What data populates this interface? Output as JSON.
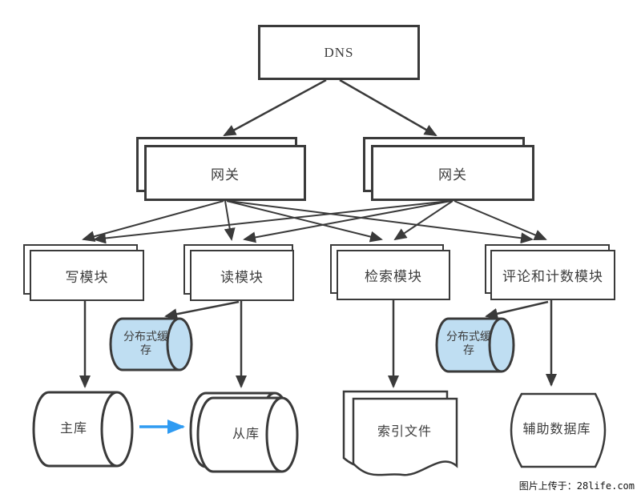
{
  "diagram": {
    "nodes": {
      "dns": {
        "label": "DNS",
        "shape": "box"
      },
      "gateway_left": {
        "label": "网关",
        "shape": "stacked-box"
      },
      "gateway_right": {
        "label": "网关",
        "shape": "stacked-box"
      },
      "write_module": {
        "label": "写模块",
        "shape": "stacked-box"
      },
      "read_module": {
        "label": "读模块",
        "shape": "stacked-box"
      },
      "search_module": {
        "label": "检索模块",
        "shape": "stacked-box"
      },
      "comment_count_module": {
        "label": "评论和计数模块",
        "shape": "stacked-box"
      },
      "cache_left": {
        "label": "分布式缓存",
        "shape": "horizontal-cylinder"
      },
      "cache_right": {
        "label": "分布式缓存",
        "shape": "horizontal-cylinder"
      },
      "master_db": {
        "label": "主库",
        "shape": "horizontal-cylinder"
      },
      "slave_db": {
        "label": "从库",
        "shape": "stacked-horizontal-cylinder"
      },
      "index_file": {
        "label": "索引文件",
        "shape": "stacked-document"
      },
      "aux_db": {
        "label": "辅助数据库",
        "shape": "stored-data"
      }
    },
    "edges": [
      {
        "from": "dns",
        "to": "gateway_left"
      },
      {
        "from": "dns",
        "to": "gateway_right"
      },
      {
        "from": "gateway_left",
        "to": "write_module"
      },
      {
        "from": "gateway_left",
        "to": "read_module"
      },
      {
        "from": "gateway_left",
        "to": "search_module"
      },
      {
        "from": "gateway_left",
        "to": "comment_count_module"
      },
      {
        "from": "gateway_right",
        "to": "write_module"
      },
      {
        "from": "gateway_right",
        "to": "read_module"
      },
      {
        "from": "gateway_right",
        "to": "search_module"
      },
      {
        "from": "gateway_right",
        "to": "comment_count_module"
      },
      {
        "from": "write_module",
        "to": "master_db"
      },
      {
        "from": "read_module",
        "to": "cache_left"
      },
      {
        "from": "read_module",
        "to": "slave_db"
      },
      {
        "from": "search_module",
        "to": "index_file"
      },
      {
        "from": "comment_count_module",
        "to": "cache_right"
      },
      {
        "from": "comment_count_module",
        "to": "aux_db"
      },
      {
        "from": "master_db",
        "to": "slave_db",
        "style": "replication"
      }
    ],
    "colors": {
      "stroke": "#3a3a3a",
      "box_fill": "#ffffff",
      "cache_fill": "#bfdef2",
      "replication_arrow": "#2f9bf2",
      "text": "#3d3d3d"
    }
  },
  "watermark": {
    "text": "图片上传于：28life.com"
  }
}
